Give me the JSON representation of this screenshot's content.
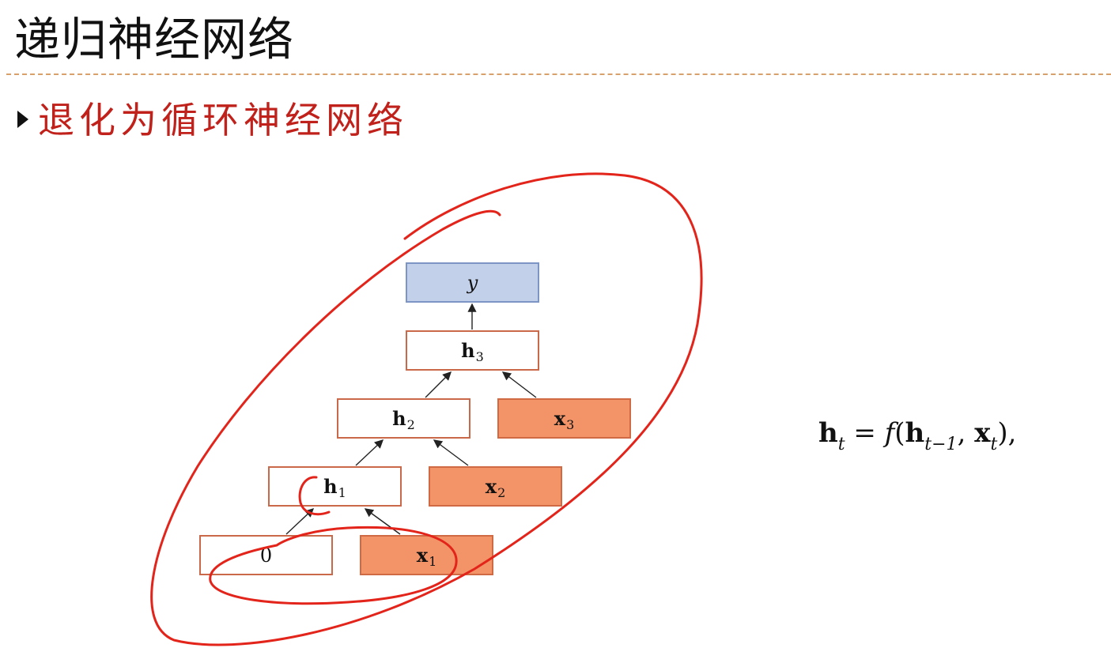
{
  "slide": {
    "title": "递归神经网络",
    "bullet": "退化为循环神经网络"
  },
  "diagram": {
    "nodes": {
      "y": {
        "symbol": "y",
        "subscript": ""
      },
      "h3": {
        "symbol": "h",
        "subscript": "3"
      },
      "h2": {
        "symbol": "h",
        "subscript": "2"
      },
      "h1": {
        "symbol": "h",
        "subscript": "1"
      },
      "x3": {
        "symbol": "x",
        "subscript": "3"
      },
      "x2": {
        "symbol": "x",
        "subscript": "2"
      },
      "x1": {
        "symbol": "x",
        "subscript": "1"
      },
      "zero": {
        "symbol": "0"
      }
    },
    "colors": {
      "hidden_border": "#c9694a",
      "input_fill": "#f29467",
      "output_fill": "#c3d0ea",
      "annotation": "#e3241b"
    }
  },
  "formula": {
    "lhs_symbol": "h",
    "lhs_sub": "t",
    "equals": " = ",
    "func": "f",
    "open": "(",
    "arg1_symbol": "h",
    "arg1_sub": "t−1",
    "comma": ", ",
    "arg2_symbol": "x",
    "arg2_sub": "t",
    "close": "),"
  }
}
